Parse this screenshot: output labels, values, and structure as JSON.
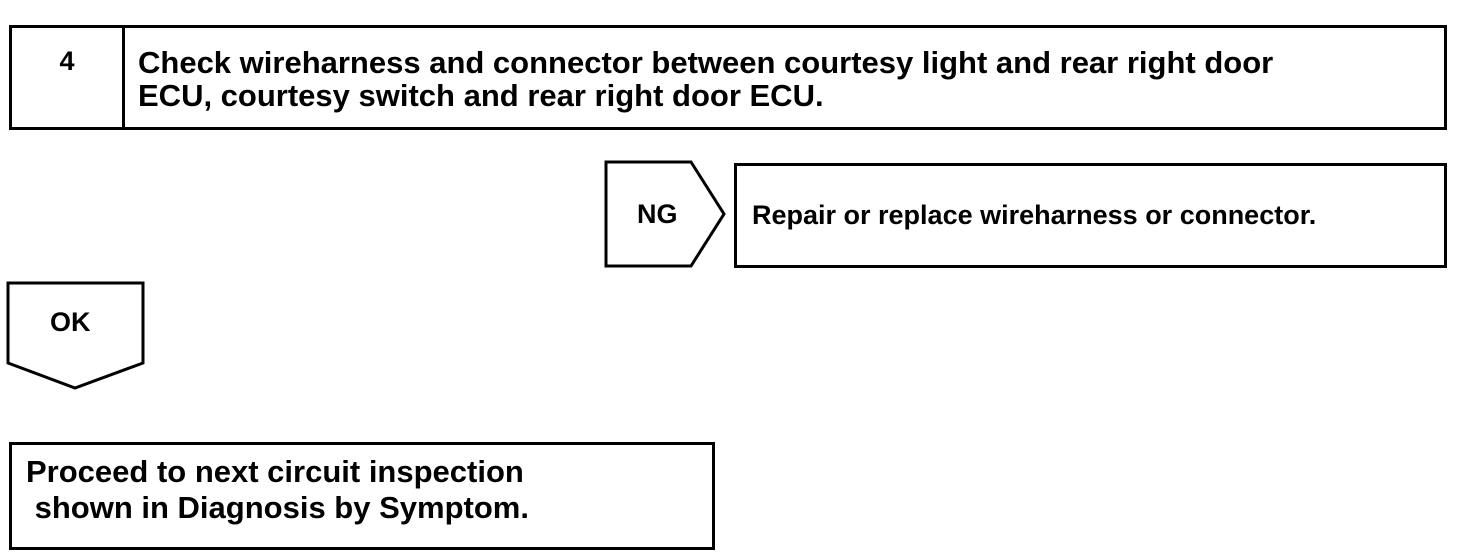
{
  "step": {
    "number": "4",
    "text_line_1": "Check wireharness and connector between courtesy light and rear right door",
    "text_line_2": "ECU, courtesy switch and rear right door ECU."
  },
  "ng_branch": {
    "label": "NG",
    "action": "Repair or replace wireharness or connector."
  },
  "ok_branch": {
    "label": "OK"
  },
  "final": {
    "line_1": "Proceed to next circuit inspection",
    "line_2": " shown in Diagnosis by Symptom."
  }
}
